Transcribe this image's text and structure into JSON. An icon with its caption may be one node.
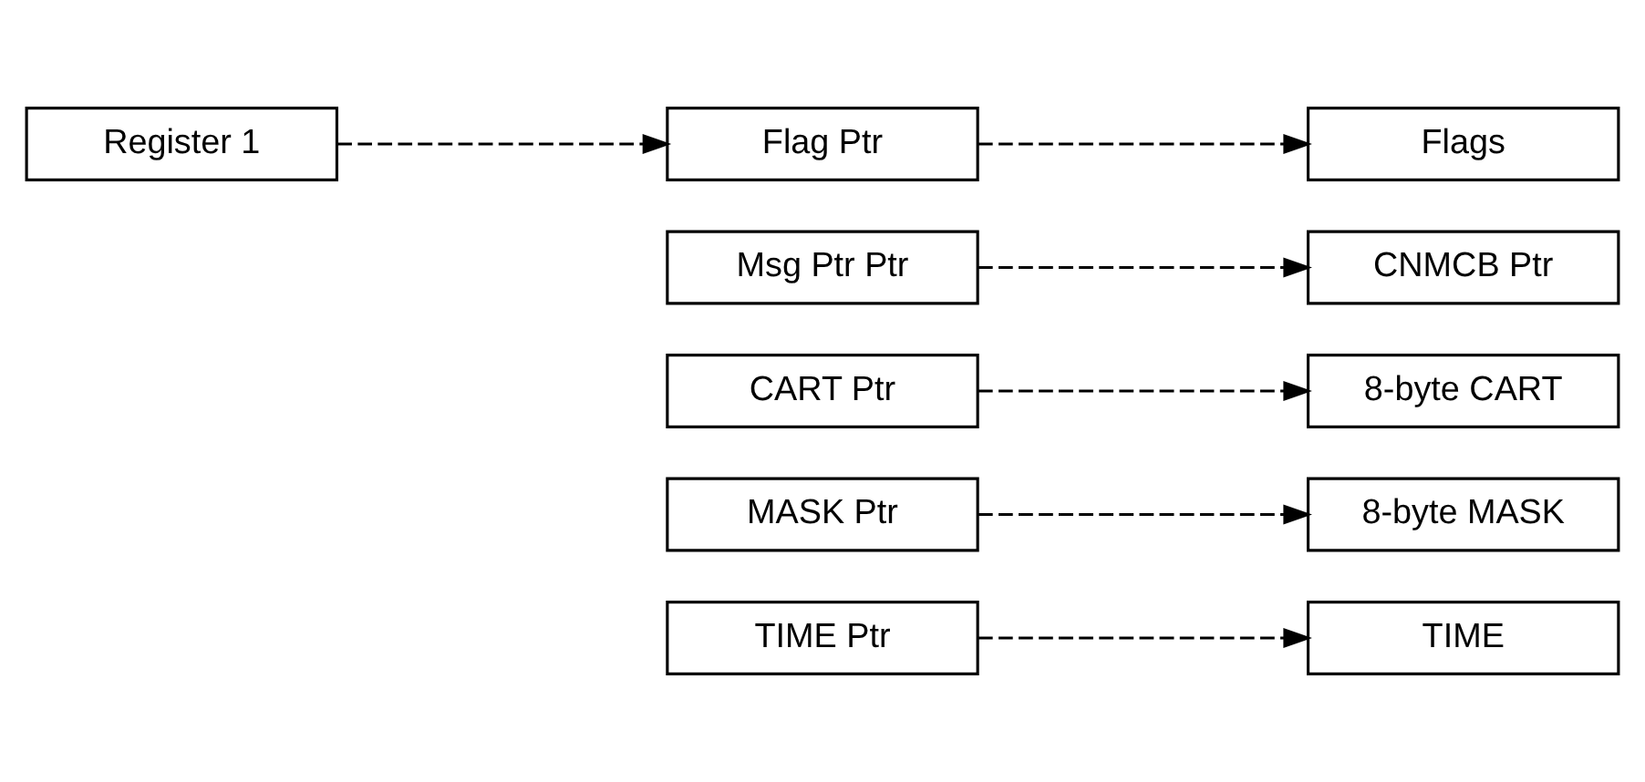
{
  "diagram": {
    "nodes": [
      {
        "text": [
          "Register 1"
        ]
      },
      {
        "text": [
          "Flag Ptr"
        ]
      },
      {
        "text": [
          "Msg Ptr Ptr"
        ]
      },
      {
        "text": [
          "CART Ptr"
        ]
      },
      {
        "text": [
          "MASK Ptr"
        ]
      },
      {
        "text": [
          "TIME Ptr"
        ]
      },
      {
        "text": [
          "Flags"
        ]
      },
      {
        "text": [
          "CNMCB Ptr"
        ]
      },
      {
        "text": [
          "8-byte CART"
        ]
      },
      {
        "text": [
          "8-byte MASK"
        ]
      },
      {
        "text": [
          "TIME"
        ]
      }
    ],
    "edges": [
      {
        "from": 0,
        "to": 1,
        "arrow": "to",
        "style": "dashed"
      },
      {
        "from": 1,
        "to": 6,
        "arrow": "to",
        "style": "dashed"
      },
      {
        "from": 2,
        "to": 7,
        "arrow": "to",
        "style": "dashed"
      },
      {
        "from": 3,
        "to": 8,
        "arrow": "to",
        "style": "dashed"
      },
      {
        "from": 4,
        "to": 9,
        "arrow": "to",
        "style": "dashed"
      },
      {
        "from": 5,
        "to": 10,
        "arrow": "to",
        "style": "dashed"
      }
    ]
  }
}
